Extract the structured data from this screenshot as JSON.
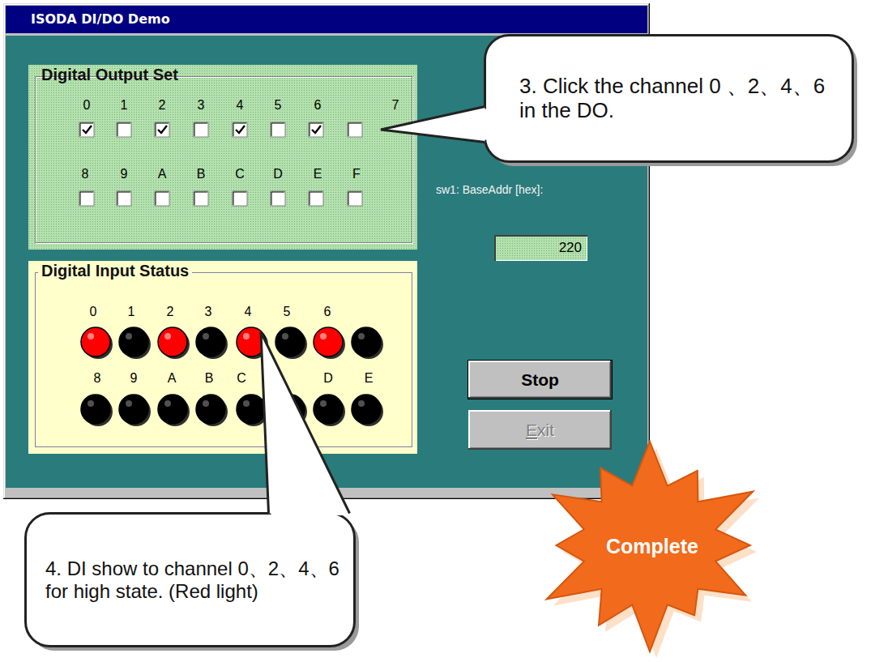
{
  "diagram": {
    "nodes": [
      {
        "text": [
          "ISODA DI/DO Demo"
        ]
      },
      {
        "text": [
          "Digital Output Set"
        ],
        "in": 0
      },
      {
        "text": [
          "3. Click the channel 0 、2、4、6 in the DO."
        ]
      },
      {
        "text": [
          "220"
        ],
        "in": 0
      },
      {
        "text": [
          "Digital Input Status"
        ],
        "in": 0
      },
      {
        "text": [
          "Stop"
        ],
        "in": 0
      },
      {
        "text": [
          "Exit"
        ],
        "in": 0
      },
      {
        "text": [
          "4. DI show to channel 0、2、4、6 for high state. (Red light)"
        ]
      },
      {
        "text": [
          "Complete"
        ]
      }
    ],
    "labels": [
      "0",
      "1",
      "2",
      "3",
      "4",
      "5",
      "6",
      "7",
      "8",
      "9",
      "A",
      "B",
      "C",
      "D",
      "E",
      "F",
      "sw1: BaseAddr [hex]:",
      "0",
      "1",
      "2",
      "3",
      "4",
      "5",
      "6",
      "8",
      "9",
      "A",
      "B",
      "C",
      "D",
      "E"
    ]
  }
}
